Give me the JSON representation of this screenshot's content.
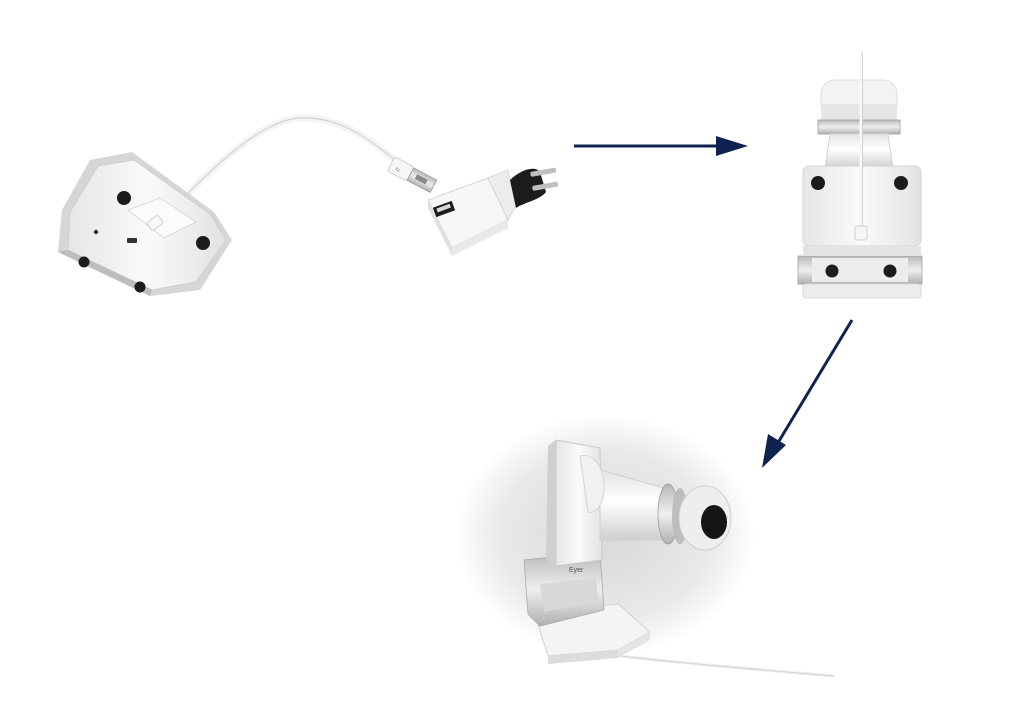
{
  "colors": {
    "background": "#ffffff",
    "arrow": "#0f2350",
    "device_body": "#f2f2f2",
    "device_shadow": "#c9c9c9",
    "device_dark": "#1c1c1c",
    "metal": "#c8c8c8"
  },
  "steps": [
    {
      "name": "device-with-charger",
      "icon": "handheld-device-usb-charger"
    },
    {
      "name": "device-charging-upright",
      "icon": "device-plugged-in"
    },
    {
      "name": "device-on-stand",
      "icon": "device-docked-in-stand"
    }
  ],
  "stand_label": "Eyer"
}
